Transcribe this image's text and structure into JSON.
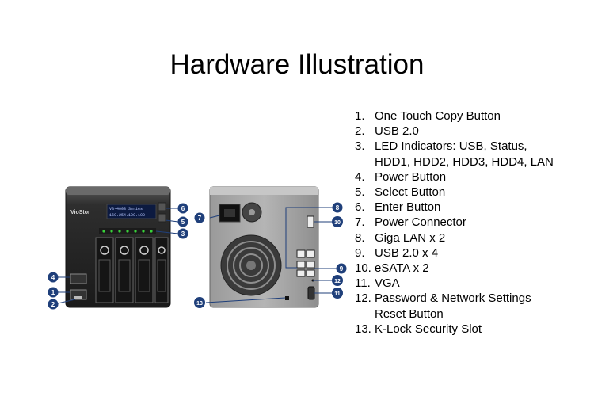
{
  "title": "Hardware Illustration",
  "front_panel": {
    "brand": "VioStor",
    "lcd_line1": "VS-4008 Series",
    "lcd_line2": "169.254.100.100"
  },
  "callouts": [
    "1",
    "2",
    "3",
    "4",
    "5",
    "6",
    "7",
    "8",
    "9",
    "10",
    "11",
    "12",
    "13"
  ],
  "legend": [
    {
      "num": "1.",
      "text": "One Touch Copy Button"
    },
    {
      "num": "2.",
      "text": "USB 2.0"
    },
    {
      "num": "3.",
      "text": "LED Indicators: USB, Status, HDD1, HDD2, HDD3, HDD4, LAN"
    },
    {
      "num": "4.",
      "text": "Power Button"
    },
    {
      "num": "5.",
      "text": "Select Button"
    },
    {
      "num": "6.",
      "text": "Enter Button"
    },
    {
      "num": "7.",
      "text": "Power Connector"
    },
    {
      "num": "8.",
      "text": "Giga LAN x 2"
    },
    {
      "num": "9.",
      "text": "USB 2.0 x 4"
    },
    {
      "num": "10.",
      "text": "eSATA x 2"
    },
    {
      "num": "11.",
      "text": "VGA"
    },
    {
      "num": "12.",
      "text": "Password & Network Settings Reset Button"
    },
    {
      "num": "13.",
      "text": "K-Lock Security Slot"
    }
  ],
  "colors": {
    "callout_fill": "#1f3f7a",
    "chassis_dark": "#2b2b2b",
    "chassis_gray": "#8a8a8a",
    "led_green": "#38d23a"
  }
}
